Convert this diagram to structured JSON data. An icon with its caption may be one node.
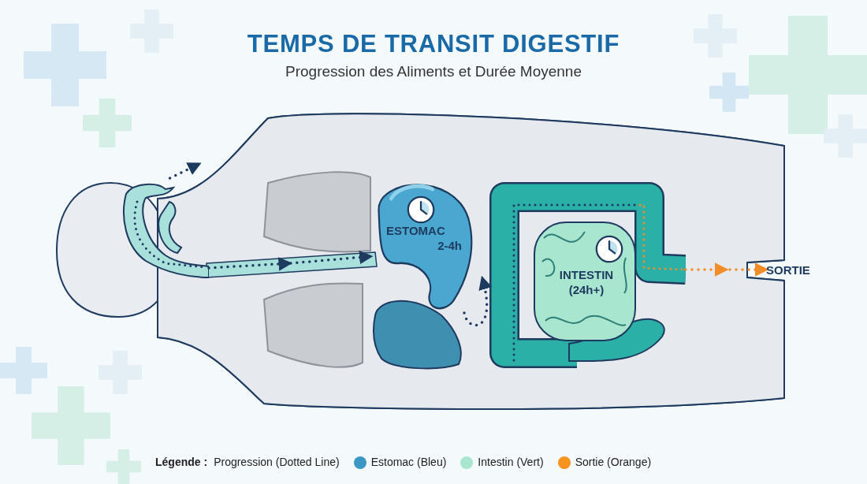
{
  "diagram": {
    "title": "TEMPS DE TRANSIT DIGESTIF",
    "caption": "Progression des Aliments et Durée Moyenne",
    "nodes": [
      {
        "text": [],
        "shape": "picture"
      },
      {
        "text": [
          "ESTOMAC",
          "2-4h"
        ]
      },
      {
        "text": [
          "INTESTIN (24h+)"
        ]
      },
      {
        "text": [
          "SORTIE"
        ]
      }
    ],
    "edges": [
      {
        "from": 0,
        "to": null,
        "arrow": "to"
      },
      {
        "from": 0,
        "to": 1,
        "arrow": "to"
      },
      {
        "from": 1,
        "to": 2,
        "arrow": "to"
      },
      {
        "from": 2,
        "to": 3,
        "arrow": "to",
        "color": "#f28c28"
      }
    ],
    "labels": [
      "Légende :"
    ],
    "legend": [
      {
        "text": "Progression (Dotted Line)"
      },
      {
        "text": "Estomac (Bleu)",
        "color": "#3b97c4"
      },
      {
        "text": "Intestin (Vert)",
        "color": "#a8e6cf"
      },
      {
        "text": "Sortie (Orange)",
        "color": "#f7931e"
      }
    ]
  }
}
